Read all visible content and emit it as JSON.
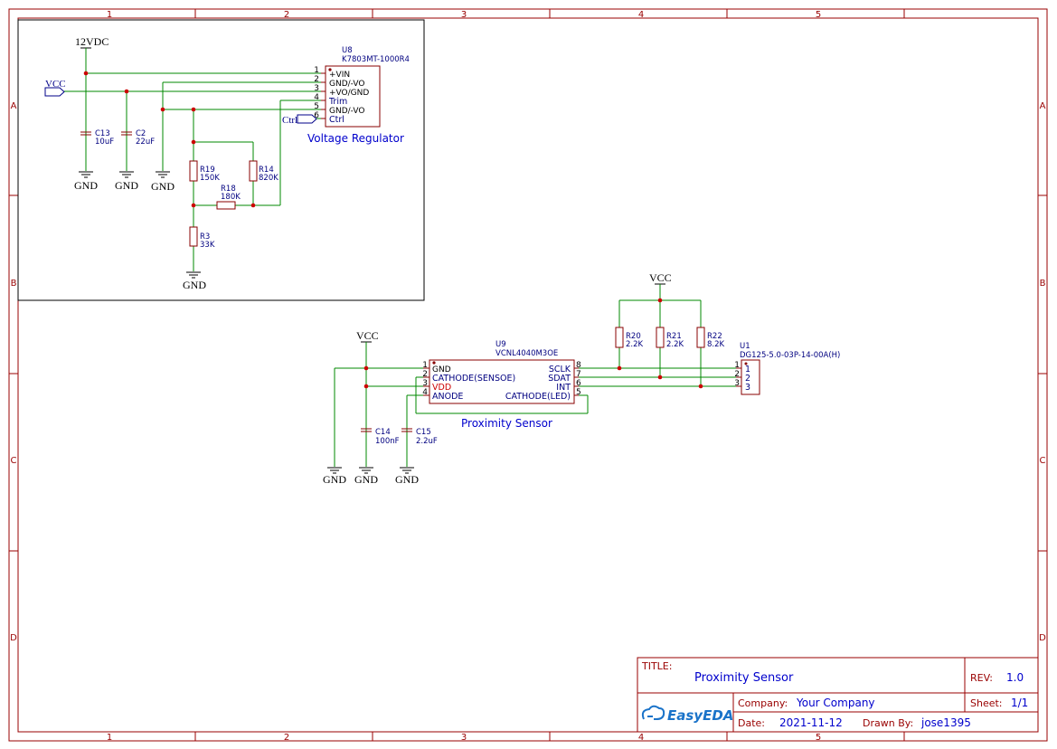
{
  "border": {
    "columns": [
      "1",
      "2",
      "3",
      "4",
      "5"
    ],
    "rows": [
      "A",
      "B",
      "C",
      "D"
    ]
  },
  "nets": {
    "v12": "12VDC",
    "vcc": "VCC",
    "gnd": "GND",
    "ctrl": "Ctrl"
  },
  "regulator": {
    "ref": "U8",
    "part": "K7803MT-1000R4",
    "title": "Voltage Regulator",
    "pins": [
      {
        "num": "1",
        "name": "+VIN"
      },
      {
        "num": "2",
        "name": "GND/-VO"
      },
      {
        "num": "3",
        "name": "+VO/GND"
      },
      {
        "num": "4",
        "name": "Trim"
      },
      {
        "num": "5",
        "name": "GND/-VO"
      },
      {
        "num": "6",
        "name": "Ctrl"
      }
    ]
  },
  "components": {
    "c13": {
      "ref": "C13",
      "value": "10uF"
    },
    "c2": {
      "ref": "C2",
      "value": "22uF"
    },
    "r19": {
      "ref": "R19",
      "value": "150K"
    },
    "r14": {
      "ref": "R14",
      "value": "820K"
    },
    "r18": {
      "ref": "R18",
      "value": "180K"
    },
    "r3": {
      "ref": "R3",
      "value": "33K"
    },
    "c14": {
      "ref": "C14",
      "value": "100nF"
    },
    "c15": {
      "ref": "C15",
      "value": "2.2uF"
    },
    "r20": {
      "ref": "R20",
      "value": "2.2K"
    },
    "r21": {
      "ref": "R21",
      "value": "2.2K"
    },
    "r22": {
      "ref": "R22",
      "value": "8.2K"
    }
  },
  "sensor": {
    "ref": "U9",
    "part": "VCNL4040M3OE",
    "title": "Proximity Sensor",
    "left_pins": [
      {
        "num": "1",
        "name": "GND"
      },
      {
        "num": "2",
        "name": "CATHODE(SENSOE)"
      },
      {
        "num": "3",
        "name": "VDD"
      },
      {
        "num": "4",
        "name": "ANODE"
      }
    ],
    "right_pins": [
      {
        "num": "8",
        "name": "SCLK"
      },
      {
        "num": "7",
        "name": "SDAT"
      },
      {
        "num": "6",
        "name": "INT"
      },
      {
        "num": "5",
        "name": "CATHODE(LED)"
      }
    ]
  },
  "connector": {
    "ref": "U1",
    "part": "DG125-5.0-03P-14-00A(H)",
    "pins": [
      {
        "num": "1",
        "name": "1"
      },
      {
        "num": "2",
        "name": "2"
      },
      {
        "num": "3",
        "name": "3"
      }
    ]
  },
  "title_block": {
    "title_label": "TITLE:",
    "title": "Proximity Sensor",
    "rev_label": "REV:",
    "rev": "1.0",
    "company_label": "Company:",
    "company": "Your Company",
    "sheet_label": "Sheet:",
    "sheet": "1/1",
    "date_label": "Date:",
    "date": "2021-11-12",
    "drawn_label": "Drawn By:",
    "drawn_by": "jose1395",
    "logo": "EasyEDA"
  },
  "colors": {
    "frame": "#990000",
    "wire": "#008800",
    "junction": "#cc0000",
    "label": "#0000cc"
  }
}
